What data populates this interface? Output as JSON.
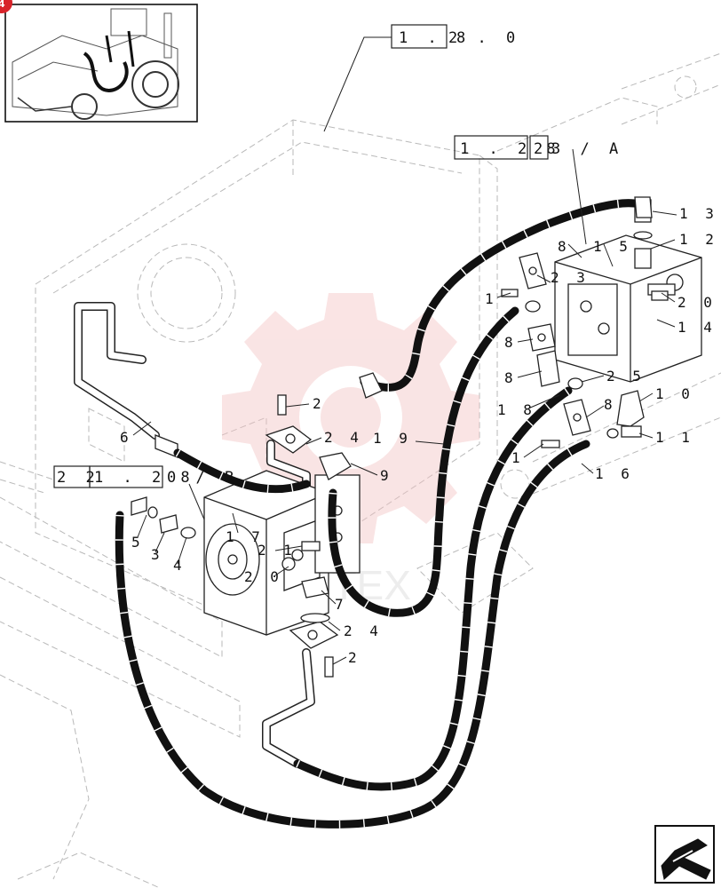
{
  "colors": {
    "line": "#111111",
    "ghost": "#b9b9b9",
    "badge": "#d8232a",
    "watermark": "#f3c4c4"
  },
  "badge": {
    "glyph": "4"
  },
  "watermark": {
    "text": "VITEX"
  },
  "references": [
    {
      "id": "ref-1-82-0",
      "boxed": "1 . 8",
      "rest": "2 . 0"
    },
    {
      "id": "ref-1-28-23-a",
      "boxed": "1 . 2 8",
      "boxed2": "2",
      "rest": "3 / A"
    },
    {
      "id": "ref-22-1-28-0-b",
      "boxed_prefix": "2 2",
      "boxed": "1 . 2 8",
      "rest": "0 / B"
    }
  ],
  "callouts": [
    "1 3",
    "1 2",
    "1 5",
    "8",
    "2 3",
    "1",
    "2 0",
    "1 4",
    "8",
    "8",
    "2 5",
    "1 8",
    "8",
    "1 0",
    "1 1",
    "1",
    "1 6",
    "1 9",
    "2",
    "2 4",
    "9",
    "6",
    "5",
    "3",
    "4",
    "1 7",
    "2 1",
    "2 0",
    "7",
    "2 4",
    "2"
  ],
  "nav": {
    "icon": "next-page-arrow-icon"
  }
}
